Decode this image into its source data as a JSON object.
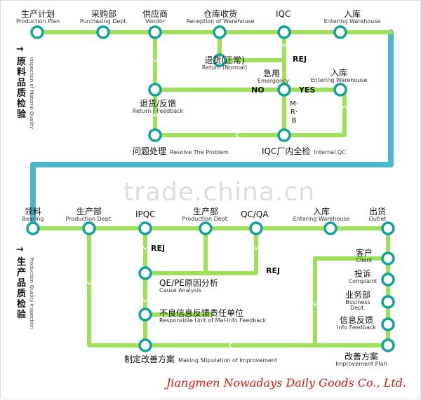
{
  "colors": {
    "track": "#9ee05a",
    "connector": "#49b8cc",
    "node_ring": "#12a29a",
    "node_fill": "#ffffff",
    "company": "#d11a1a"
  },
  "sections": {
    "top": {
      "zh": "原料品质检验",
      "en": "Inspection of Material Quality"
    },
    "bottom": {
      "zh": "生产品质检验",
      "en": "Production Quality Inspection"
    }
  },
  "top_nodes": {
    "plan": {
      "zh": "生产计划",
      "en": "Production Plan"
    },
    "purchasing": {
      "zh": "采购部",
      "en": "Purchasing Dept."
    },
    "vendor": {
      "zh": "供应商",
      "en": "Vendor"
    },
    "reception": {
      "zh": "仓库收货",
      "en": "Reception of Warehouse"
    },
    "iqc": {
      "zh": "IQC"
    },
    "entering": {
      "zh": "入库",
      "en": "Entering Warehouse"
    },
    "return_normal": {
      "zh": "退货(正常)",
      "en": "Return (Normal)"
    },
    "emergency": {
      "zh": "急用",
      "en": "Emergency"
    },
    "entering2": {
      "zh": "入库",
      "en": "Entering Warehouse"
    },
    "return_feedback": {
      "zh": "退货/反馈",
      "en": "Return / Feedback"
    },
    "resolve": {
      "zh": "问题处理",
      "en": "Resolve The Problem"
    },
    "internal_qc": {
      "zh": "IQC厂内全检",
      "en": "Internal QC"
    }
  },
  "top_tags": {
    "rej": "REJ",
    "no": "NO",
    "yes": "YES",
    "mrb": "M·R·B"
  },
  "bottom_nodes": {
    "bearing": {
      "zh": "领料",
      "en": "Bearing"
    },
    "production1": {
      "zh": "生产部",
      "en": "Production Dept."
    },
    "ipqc": {
      "zh": "IPQC"
    },
    "production2": {
      "zh": "生产部",
      "en": "Production Dept."
    },
    "qcqa": {
      "zh": "QC/QA"
    },
    "entering": {
      "zh": "入库",
      "en": "Entering Warehouse"
    },
    "outlet": {
      "zh": "出货",
      "en": "Outlet"
    },
    "client": {
      "zh": "客户",
      "en": "Client"
    },
    "complaint": {
      "zh": "投诉",
      "en": "Complaint"
    },
    "business": {
      "zh": "业务部",
      "en": "Business Dept."
    },
    "info_feedback": {
      "zh": "信息反馈",
      "en": "Info Feedback"
    },
    "improvement_plan": {
      "zh": "改善方案",
      "en": "Improvement Plan"
    },
    "cause": {
      "zh": "QE/PE原因分析",
      "en": "Cause Analysis"
    },
    "responsible": {
      "zh": "不良信息反馈责任单位",
      "en": "Responsible Unit of Mal-Info Feedback"
    },
    "stipulation": {
      "zh": "制定改善方案",
      "en": "Making Stipulation of Improvement"
    }
  },
  "bottom_tags": {
    "rej1": "REJ",
    "rej2": "REJ"
  },
  "watermark": "trade.china.cn",
  "company": "Jiangmen Nowadays Daily Goods Co., Ltd."
}
